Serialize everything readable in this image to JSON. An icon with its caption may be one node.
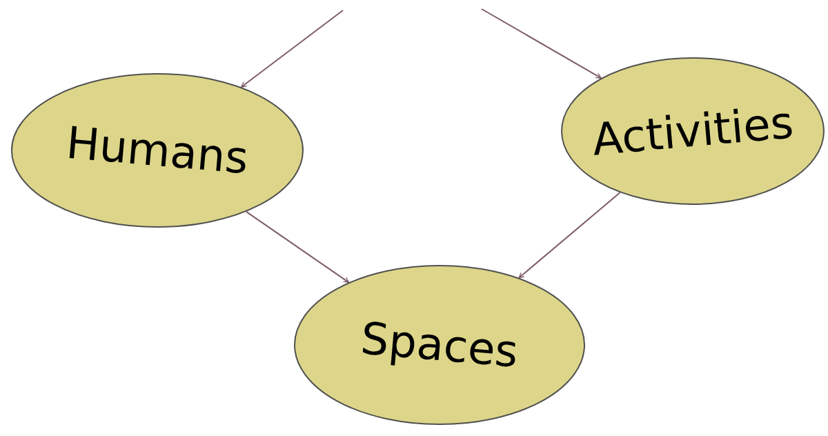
{
  "diagram": {
    "nodes": [
      {
        "text": [
          "Humans"
        ]
      },
      {
        "text": [
          "Activities"
        ]
      },
      {
        "text": [
          "Spaces"
        ]
      }
    ],
    "edges": [
      {
        "from": null,
        "to": 0,
        "arrow": "to"
      },
      {
        "from": null,
        "to": 1,
        "arrow": "to"
      },
      {
        "from": 0,
        "to": 2,
        "arrow": "to"
      },
      {
        "from": 1,
        "to": 2,
        "arrow": "to"
      }
    ]
  }
}
